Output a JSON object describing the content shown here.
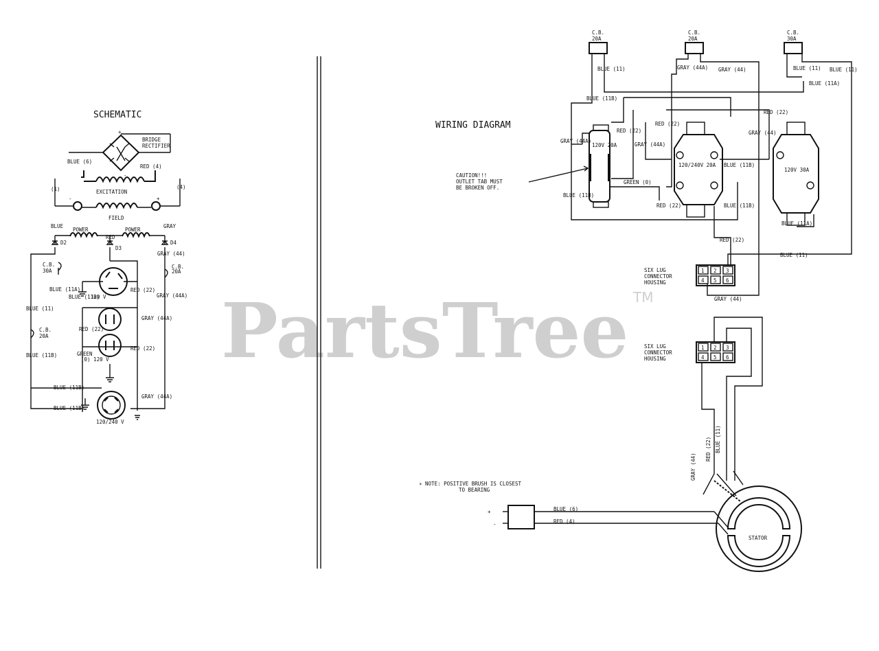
{
  "watermark": {
    "brand": "PartsTree",
    "tm": "TM"
  },
  "schematic": {
    "title": "SCHEMATIC",
    "bridge": "BRIDGE",
    "rectifier": "RECTIFIER",
    "plus": "+",
    "minus": "-",
    "blue_6": "BLUE (6)",
    "red_4": "RED (4)",
    "one": "(1)",
    "four": "(4)",
    "excitation": "EXCITATION",
    "field": "FIELD",
    "blue": "BLUE",
    "power": "POWER",
    "gray": "GRAY",
    "red": "RED",
    "d2": "D2",
    "d3": "D3",
    "d4": "D4",
    "cb": "C.B.",
    "a20": "20A",
    "a30": "30A",
    "gray_44": "GRAY (44)",
    "gray_44a": "GRAY (44A)",
    "blue_11": "BLUE (11)",
    "blue_11a": "BLUE (11A)",
    "blue_11b": "BLUE (11B)",
    "red_22": "RED (22)",
    "red_22b": "RED (22)",
    "v120": "120 V",
    "green": "GREEN",
    "v120_0": "(0) 120 V",
    "v120_240": "120/240 V"
  },
  "wiring": {
    "title": "WIRING DIAGRAM",
    "cb": "C.B.",
    "a20": "20A",
    "a30": "30A",
    "blue_11": "BLUE (11)",
    "blue_11a": "BLUE (11A)",
    "blue_11b": "BLUE (11B)",
    "gray_44": "GRAY (44)",
    "gray_44a": "GRAY (44A)",
    "red_22": "RED (22)",
    "green_0": "GREEN (0)",
    "outlet1": "120V 20A",
    "outlet2": "120/240V 20A",
    "outlet3": "120V 30A",
    "caution1": "CAUTION!!!",
    "caution2": "OUTLET TAB MUST",
    "caution3": "BE BROKEN OFF.",
    "six_lug1": "SIX LUG",
    "six_lug2": "CONNECTOR",
    "six_lug3": "HOUSING",
    "lug_numbers": [
      "1",
      "2",
      "3",
      "4",
      "5",
      "6"
    ],
    "note1": "∗ NOTE: POSITIVE BRUSH IS CLOSEST",
    "note2": "TO BEARING",
    "blue_6": "BLUE (6)",
    "red_4": "RED (4)",
    "stator": "STATOR",
    "gray_44_vert": "GRAY (44)",
    "red_22_vert": "RED (22)",
    "blue_11_vert": "BLUE (11)"
  },
  "colors": {
    "ink": "#111111",
    "watermark": "#cfcfcf",
    "background": "#ffffff"
  }
}
